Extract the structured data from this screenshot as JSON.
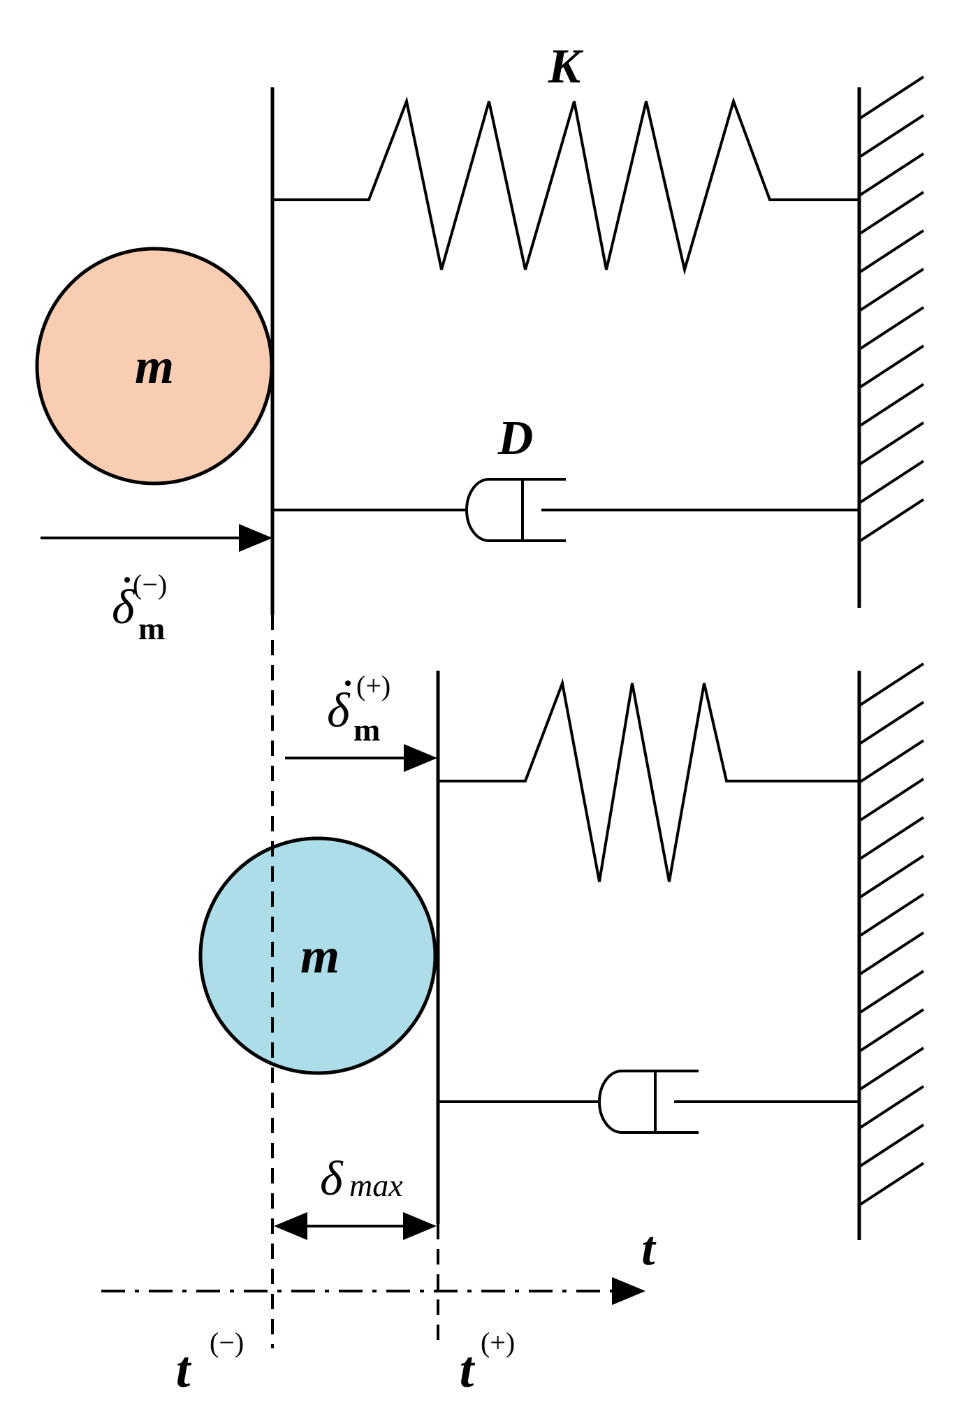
{
  "colors": {
    "mass_before": "#F8CDB2",
    "mass_after": "#ADDDE8",
    "line": "#000000",
    "background": "#FFFFFF"
  },
  "labels": {
    "stiffness": "K",
    "damping": "D",
    "mass": "m",
    "velocity_symbol": "δ",
    "velocity_subscript": "m",
    "before_superscript": "(−)",
    "after_superscript": "(+)",
    "displacement_symbol": "δ",
    "displacement_subscript": "max",
    "time_axis": "t",
    "time_before": "t",
    "time_after": "t",
    "time_before_superscript": "(−)",
    "time_after_superscript": "(+)"
  }
}
